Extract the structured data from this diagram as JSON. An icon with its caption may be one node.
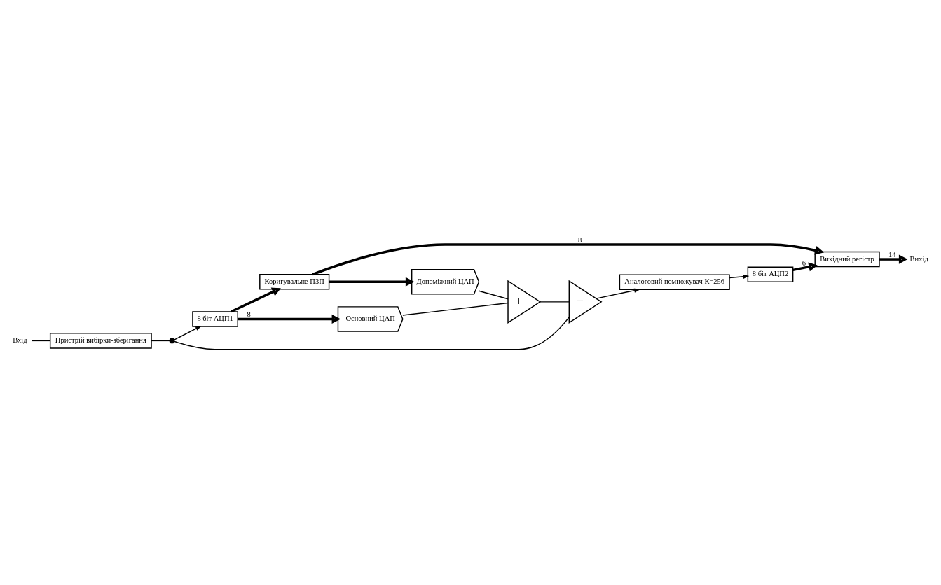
{
  "diagram": {
    "nodes": [
      {
        "text": [
          "Вхід"
        ]
      },
      {
        "text": [
          "Пристрій вибірки-зберігання"
        ]
      },
      {
        "text": [],
        "shape": "circle"
      },
      {
        "text": [
          "8 біт АЦП1"
        ]
      },
      {
        "text": [
          "Основний ЦАП"
        ]
      },
      {
        "text": [
          "+"
        ]
      },
      {
        "text": [
          "Коригувальне ПЗП"
        ]
      },
      {
        "text": [
          "Допоміжний ЦАП"
        ]
      },
      {
        "text": [
          "Вихідний регістр"
        ]
      },
      {
        "text": [
          "−"
        ]
      },
      {
        "text": [
          "Аналоговий помножувач К=256"
        ]
      },
      {
        "text": [
          "8 біт АЦП2"
        ]
      },
      {
        "text": [
          "Вихід"
        ]
      }
    ],
    "edges": [
      {
        "from": 0,
        "to": 1,
        "arrow": "none"
      },
      {
        "from": 1,
        "to": 2,
        "arrow": "none"
      },
      {
        "from": 2,
        "to": 3,
        "arrow": "to"
      },
      {
        "from": 2,
        "to": 9,
        "arrow": "none"
      },
      {
        "from": 3,
        "to": 4,
        "arrow": "to",
        "label": "8",
        "style": "thick"
      },
      {
        "from": 3,
        "to": 6,
        "arrow": "to",
        "style": "thick"
      },
      {
        "from": 4,
        "to": 5,
        "arrow": "none"
      },
      {
        "from": 6,
        "to": 7,
        "arrow": "to",
        "style": "thick"
      },
      {
        "from": 7,
        "to": 5,
        "arrow": "none"
      },
      {
        "from": 6,
        "to": 8,
        "arrow": "to",
        "label": "8",
        "style": "thick"
      },
      {
        "from": 5,
        "to": 9,
        "arrow": "none"
      },
      {
        "from": 9,
        "to": 10,
        "arrow": "to"
      },
      {
        "from": 10,
        "to": 11,
        "arrow": "to"
      },
      {
        "from": 11,
        "to": 8,
        "arrow": "to",
        "label": "6",
        "style": "thick"
      },
      {
        "from": 8,
        "to": 12,
        "arrow": "to",
        "label": "14",
        "style": "thick"
      }
    ]
  }
}
